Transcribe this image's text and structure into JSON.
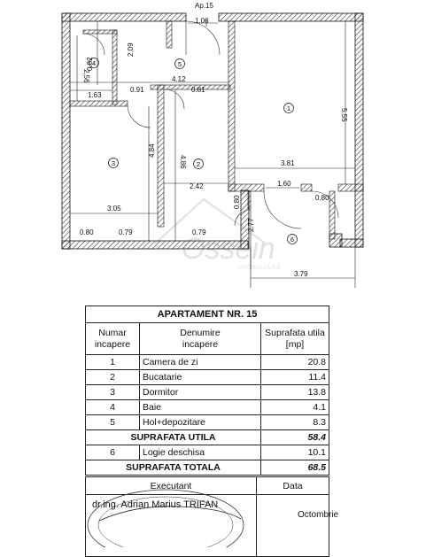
{
  "plan": {
    "label_ap": "Ap.15",
    "label_top": "1.06",
    "dims": {
      "d209": "2.09",
      "d256": "2.56",
      "d082": "0.82",
      "d163": "1.63",
      "d412": "4.12",
      "d091": "0.91",
      "d081": "0.81",
      "d555": "5.55",
      "d484": "4.84",
      "d486": "4.86",
      "d381": "3.81",
      "d242": "2.42",
      "d160": "1.60",
      "d080b": "0.80",
      "d305": "3.05",
      "d080": "0.80",
      "d079": "0.79",
      "d079b": "0.79",
      "d080c": "0.80",
      "d277": "2.77",
      "d379": "3.79"
    },
    "rooms": {
      "r1": "1",
      "r2": "2",
      "r3": "3",
      "r4": "4",
      "r5": "5",
      "r6": "6"
    },
    "watermark": {
      "main": "Ossein",
      "sub": "IMOBILIARE"
    }
  },
  "table": {
    "title": "APARTAMENT NR. 15",
    "headers": [
      "Numar incapere",
      "Denumire incapere",
      "Suprafata utila [mp]"
    ],
    "header_lines": [
      [
        "Numar",
        "incapere"
      ],
      [
        "Denumire",
        "incapere"
      ],
      [
        "Suprafata utila",
        "[mp]"
      ]
    ],
    "rows": [
      {
        "num": "1",
        "name": "Camera de zi",
        "area": "20.8"
      },
      {
        "num": "2",
        "name": "Bucatarie",
        "area": "11.4"
      },
      {
        "num": "3",
        "name": "Dormitor",
        "area": "13.8"
      },
      {
        "num": "4",
        "name": "Baie",
        "area": "4.1"
      },
      {
        "num": "5",
        "name": "Hol+depozitare",
        "area": "8.3"
      }
    ],
    "util_label": "SUPRAFATA UTILA",
    "util_value": "58.4",
    "logia": {
      "num": "6",
      "name": "Logie deschisa",
      "area": "10.1"
    },
    "total_label": "SUPRAFATA TOTALA",
    "total_value": "68.5"
  },
  "sign": {
    "executant_label": "Executant",
    "data_label": "Data",
    "name": "dr.ing. Adrian Marius TRIFAN",
    "date": "Octombrie"
  }
}
